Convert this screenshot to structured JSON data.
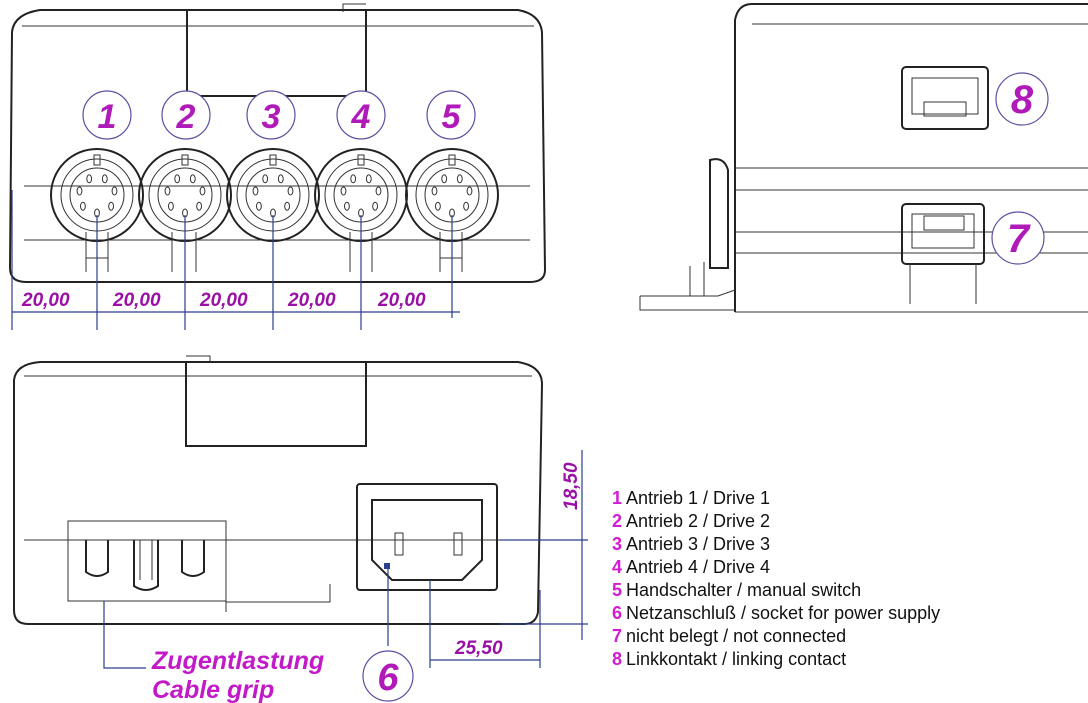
{
  "callouts": {
    "c1": "1",
    "c2": "2",
    "c3": "3",
    "c4": "4",
    "c5": "5",
    "c6": "6",
    "c7": "7",
    "c8": "8"
  },
  "dimensions": {
    "spacing": [
      "20,00",
      "20,00",
      "20,00",
      "20,00",
      "20,00"
    ],
    "height": "18,50",
    "width": "25,50"
  },
  "cable_grip": {
    "de": "Zugentlastung",
    "en": "Cable grip"
  },
  "legend": [
    {
      "num": "1",
      "text": "Antrieb 1 / Drive 1"
    },
    {
      "num": "2",
      "text": "Antrieb 2 / Drive 2"
    },
    {
      "num": "3",
      "text": "Antrieb 3 / Drive 3"
    },
    {
      "num": "4",
      "text": "Antrieb 4 / Drive 4"
    },
    {
      "num": "5",
      "text": "Handschalter / manual switch"
    },
    {
      "num": "6",
      "text": "Netzanschluß / socket for power supply"
    },
    {
      "num": "7",
      "text": "nicht belegt / not connected"
    },
    {
      "num": "8",
      "text": "Linkkontakt / linking contact"
    }
  ],
  "colors": {
    "label": "#c21ac8",
    "dimension_line": "#2a3f8c",
    "outline": "#222222"
  }
}
